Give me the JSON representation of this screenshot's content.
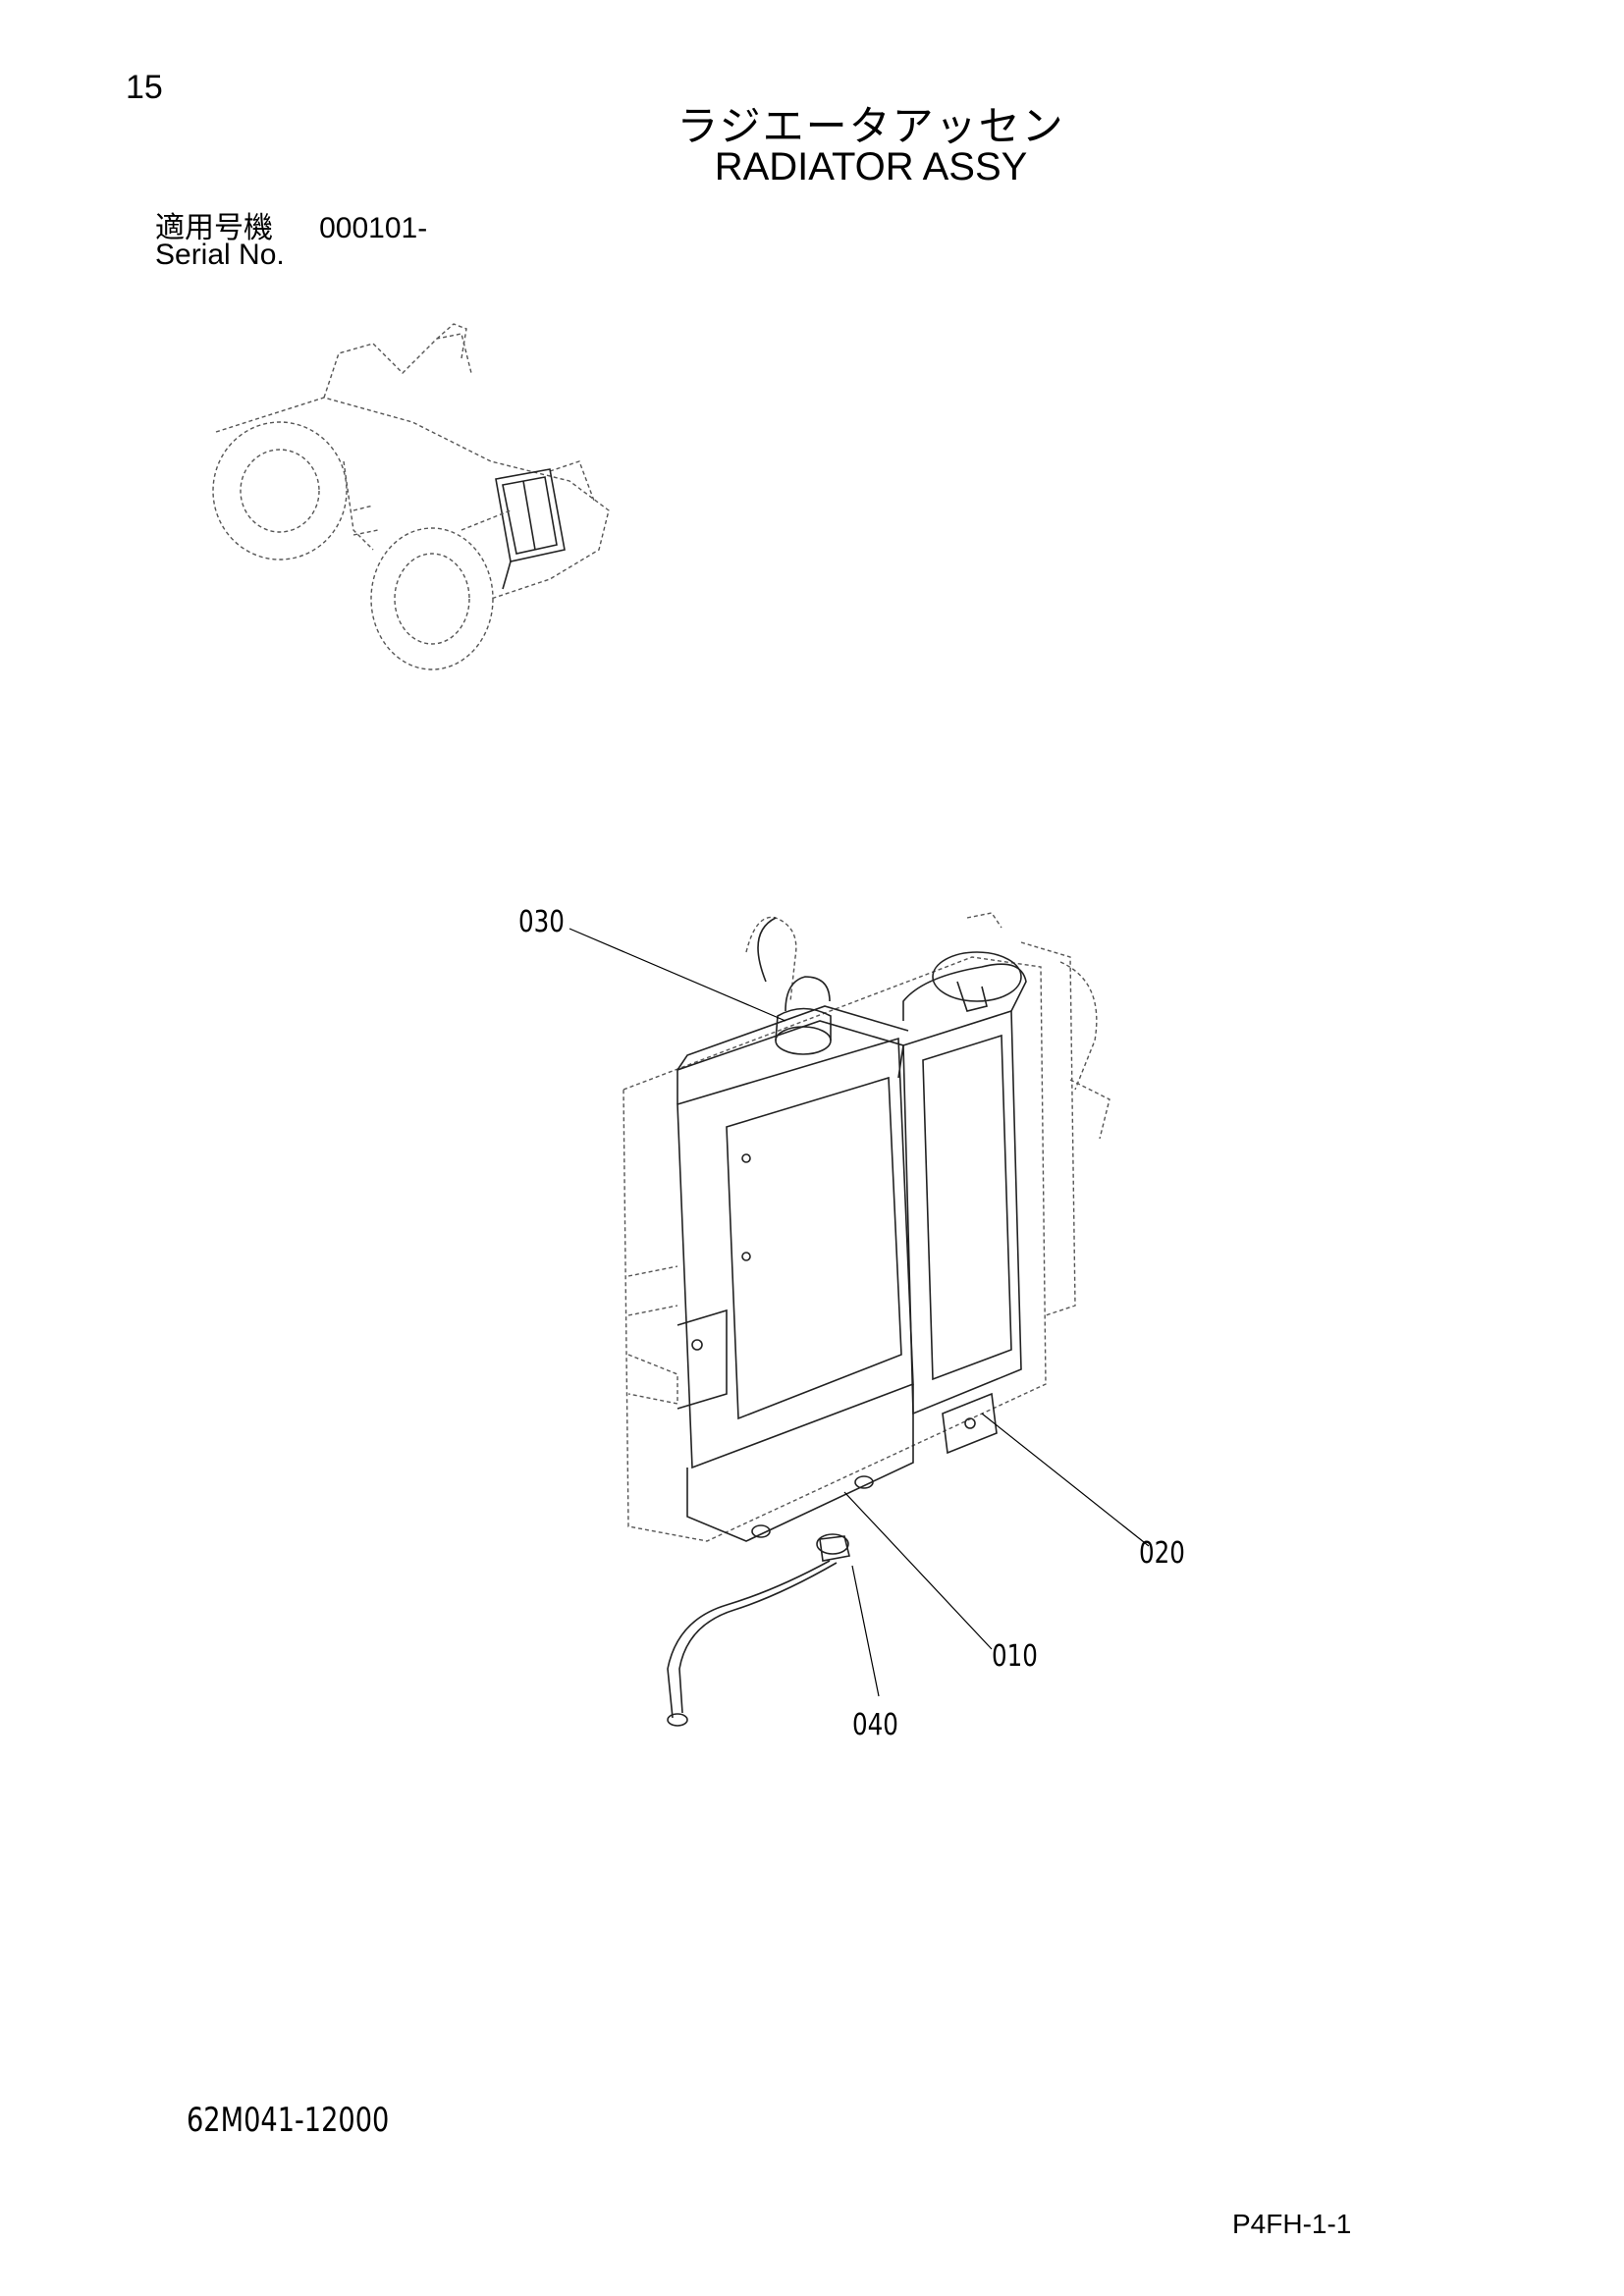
{
  "page_number": "15",
  "title": {
    "jp": "ラジエータアッセン",
    "en": "RADIATOR ASSY"
  },
  "serial": {
    "label_jp": "適用号機",
    "value": "000101-",
    "label_en": "Serial No."
  },
  "callouts": {
    "c030": "030",
    "c020": "020",
    "c010": "010",
    "c040": "040"
  },
  "footer": {
    "document_number": "62M041-12000",
    "page_code": "P4FH-1-1"
  }
}
